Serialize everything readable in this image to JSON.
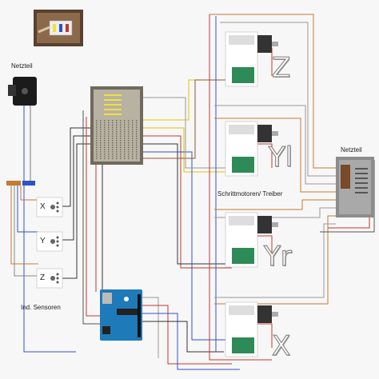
{
  "labels": {
    "power_left": "Netzteil",
    "power_right": "Netzteil",
    "sensors": "Ind. Sensoren",
    "drivers": "Schrittmotoren/ Treiber"
  },
  "axes": {
    "z": "Z",
    "yl": "Yl",
    "yr": "Yr",
    "x": "X"
  },
  "sensor_letters": [
    "X",
    "Y",
    "Z"
  ],
  "colors": {
    "background": "#f7f7f7",
    "wire_red": "#c0392b",
    "wire_blue": "#3050c8",
    "wire_yellow": "#e6c000",
    "wire_black": "#333333",
    "wire_grey": "#9a9a9a",
    "wire_brown": "#8b5a2b",
    "wire_orange": "#e08a30",
    "driver_board": "#2e8b57",
    "arduino": "#1e7ab8"
  },
  "icons": {
    "photo": "wiring-photo-icon",
    "power_adapter": "power-adapter-icon",
    "breadboard": "breadboard-icon",
    "arduino": "arduino-board-icon",
    "driver": "stepper-driver-icon",
    "motor": "stepper-motor-icon",
    "psu": "power-supply-icon",
    "sensor": "inductive-sensor-icon"
  }
}
